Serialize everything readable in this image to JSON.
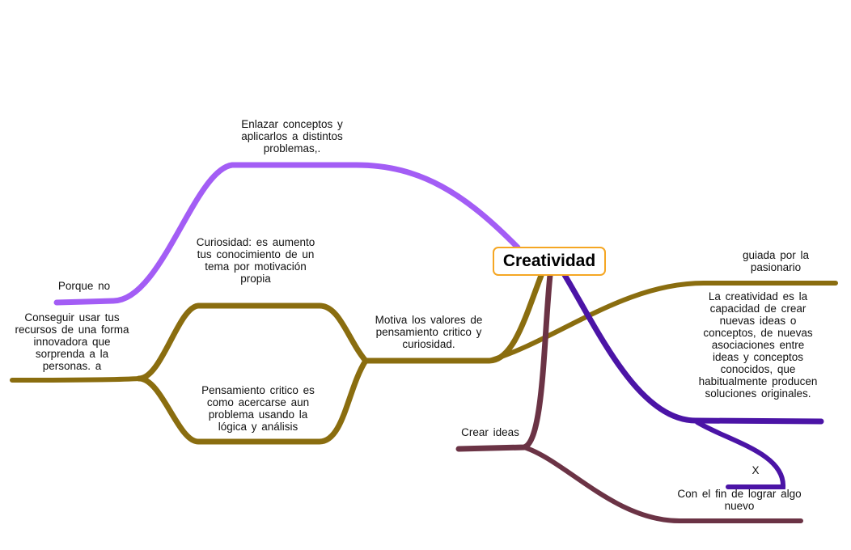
{
  "central_topic": "Creatividad",
  "colors": {
    "purple_light": "#a35df5",
    "olive": "#8a6d0f",
    "indigo": "#4b14a6",
    "maroon": "#6b3345",
    "central_border": "#f5a623"
  },
  "topics": {
    "enlazar": "Enlazar conceptos y aplicarlos a distintos problemas,.",
    "porque_no": "Porque no",
    "curiosidad": "Curiosidad: es aumento tus conocimiento de un tema por motivación propia",
    "conseguir": "Conseguir usar tus recursos de una forma innovadora que sorprenda a la personas. a",
    "motiva": "Motiva los valores de pensamiento critico y curiosidad.",
    "pensamiento": "Pensamiento critico es como acercarse aun problema usando la lógica y análisis",
    "guiada": "guiada por la pasionario",
    "definicion": "La creatividad es la capacidad de crear nuevas ideas o conceptos, de nuevas asociaciones entre ideas y conceptos conocidos, que habitualmente producen soluciones originales.",
    "crear_ideas": "Crear ideas",
    "x": "X",
    "con_el_fin": "Con el fin de lograr algo nuevo"
  }
}
